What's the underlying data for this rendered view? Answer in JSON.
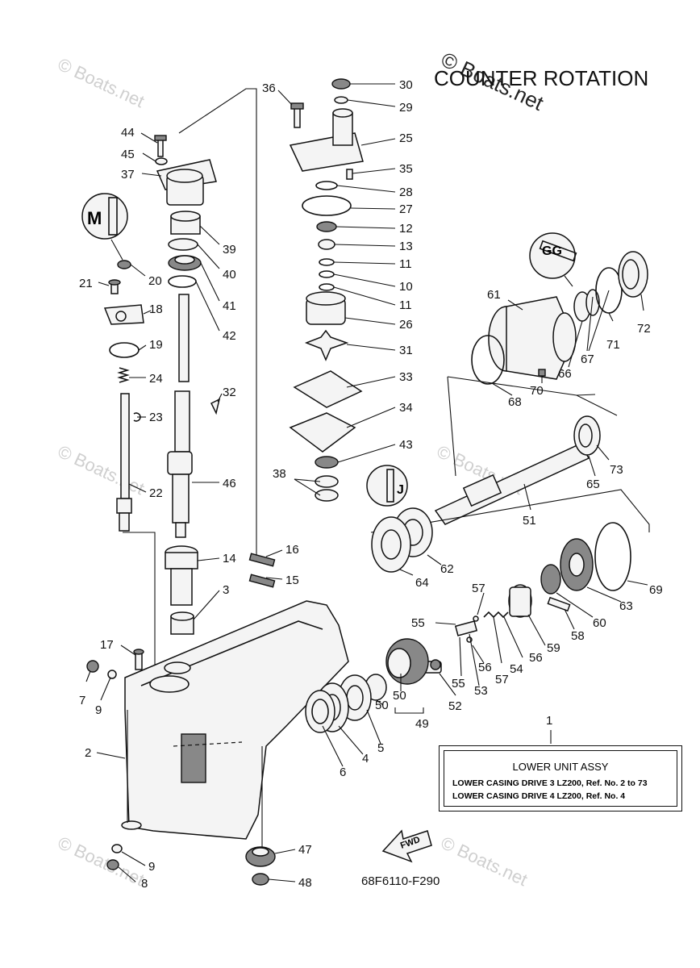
{
  "title": "COUNTER ROTATION",
  "drawing_code": "68F6110-F290",
  "watermark": "© Boats.net",
  "fwd_label": "FWD",
  "info_box": {
    "ref_number": "1",
    "heading": "LOWER UNIT ASSY",
    "lines": [
      "LOWER CASING DRIVE 3 LZ200,  Ref. No. 2  to  73",
      "LOWER CASING DRIVE 4 LZ200,  Ref. No. 4"
    ]
  },
  "callouts": [
    "30",
    "29",
    "25",
    "35",
    "28",
    "27",
    "12",
    "13",
    "11",
    "10",
    "11",
    "26",
    "31",
    "33",
    "34",
    "43",
    "38",
    "36",
    "44",
    "45",
    "37",
    "39",
    "40",
    "41",
    "42",
    "20",
    "21",
    "18",
    "19",
    "24",
    "23",
    "22",
    "32",
    "46",
    "14",
    "3",
    "16",
    "15",
    "17",
    "7",
    "9",
    "2",
    "9",
    "8",
    "47",
    "48",
    "61",
    "72",
    "67",
    "71",
    "66",
    "68",
    "70",
    "73",
    "65",
    "51",
    "62",
    "64",
    "69",
    "63",
    "60",
    "58",
    "57",
    "55",
    "53",
    "54",
    "56",
    "57",
    "56",
    "59",
    "55",
    "52",
    "50",
    "50",
    "49",
    "5",
    "4",
    "6"
  ],
  "icons": [
    "lube-symbol-m",
    "lube-symbol-gg",
    "lube-symbol-j"
  ]
}
